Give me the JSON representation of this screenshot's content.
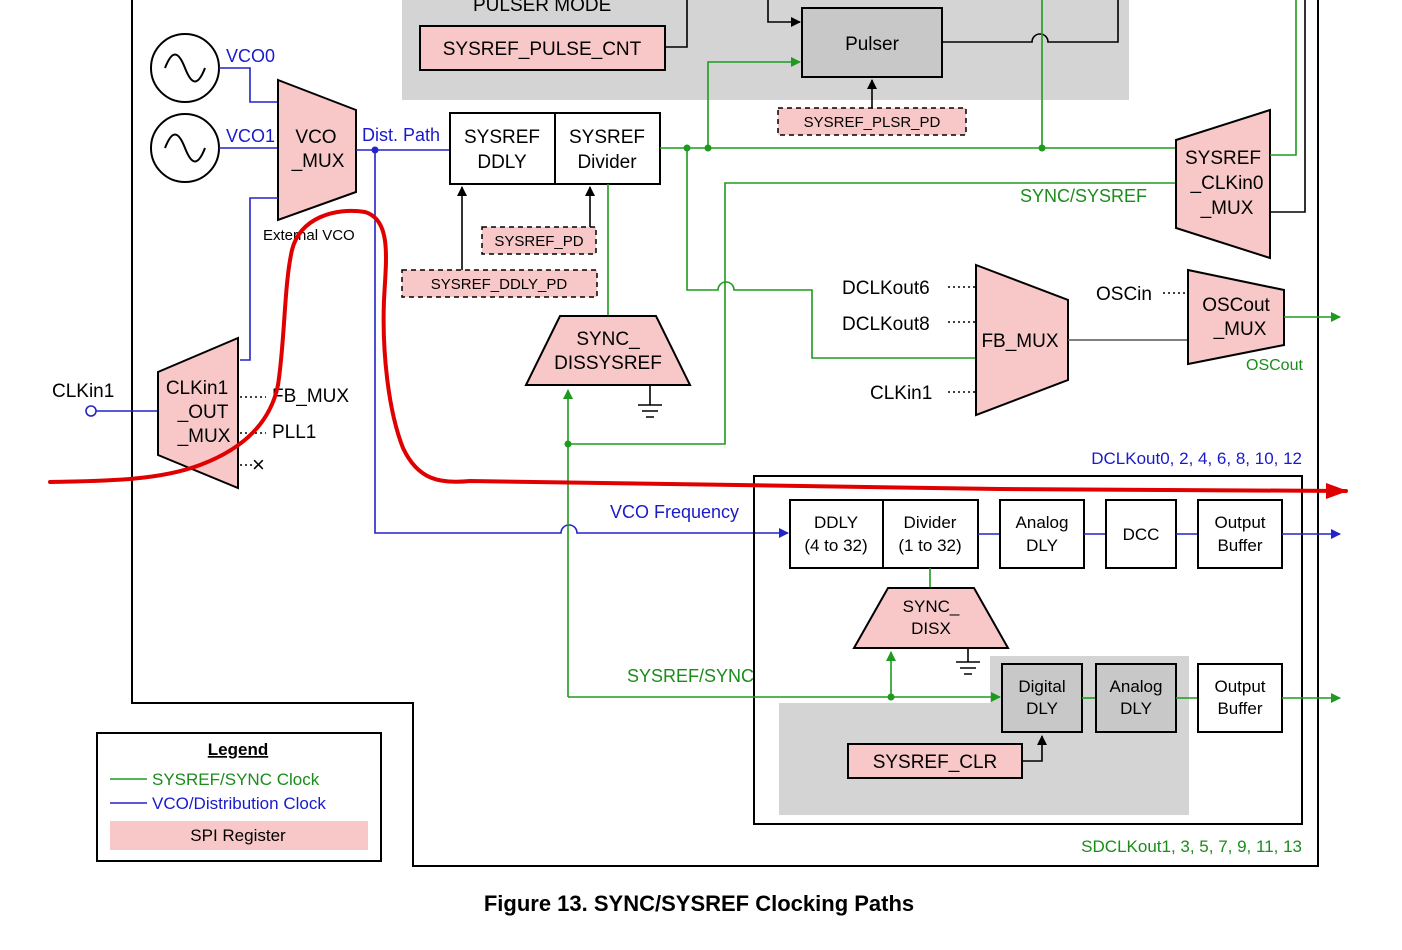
{
  "top": {
    "pulser_mode": "PULSER MODE",
    "sysref_pulse_cnt": "SYSREF_PULSE_CNT",
    "pulser": "Pulser",
    "sysref_plsr_pd": "SYSREF_PLSR_PD"
  },
  "vco": {
    "vco0": "VCO0",
    "vco1": "VCO1",
    "mux_l1": "VCO",
    "mux_l2": "_MUX",
    "external_vco": "External VCO",
    "dist_path": "Dist. Path"
  },
  "sysref": {
    "ddly_l1": "SYSREF",
    "ddly_l2": "DDLY",
    "div_l1": "SYSREF",
    "div_l2": "Divider",
    "pd": "SYSREF_PD",
    "ddly_pd": "SYSREF_DDLY_PD",
    "dis_l1": "SYNC_",
    "dis_l2": "DISSYSREF",
    "sync_sysref": "SYNC/SYSREF",
    "clkin0_l1": "SYSREF",
    "clkin0_l2": "_CLKin0",
    "clkin0_l3": "_MUX"
  },
  "fb": {
    "dclkout6": "DCLKout6",
    "dclkout8": "DCLKout8",
    "clkin1": "CLKin1",
    "fb_mux": "FB_MUX",
    "oscin": "OSCin",
    "oscout_l1": "OSCout",
    "oscout_l2": "_MUX",
    "oscout": "OSCout"
  },
  "left": {
    "clkin1": "CLKin1",
    "out_l1": "CLKin1",
    "out_l2": "_OUT",
    "out_l3": "_MUX",
    "fb_mux": "FB_MUX",
    "pll1": "PLL1",
    "x_mark": "×"
  },
  "dclk": {
    "header": "DCLKout0, 2, 4, 6, 8, 10, 12",
    "vco_freq": "VCO Frequency",
    "ddly_l1": "DDLY",
    "ddly_l2": "(4 to 32)",
    "div_l1": "Divider",
    "div_l2": "(1 to 32)",
    "analog_l1": "Analog",
    "analog_l2": "DLY",
    "dcc": "DCC",
    "out_l1": "Output",
    "out_l2": "Buffer",
    "sync_l1": "SYNC_",
    "sync_l2": "DISX",
    "sysref_sync": "SYSREF/SYNC",
    "dig_l1": "Digital",
    "dig_l2": "DLY",
    "an2_l1": "Analog",
    "an2_l2": "DLY",
    "out2_l1": "Output",
    "out2_l2": "Buffer",
    "sysref_clr": "SYSREF_CLR",
    "footer": "SDCLKout1, 3, 5, 7, 9, 11, 13"
  },
  "legend": {
    "title": "Legend",
    "green_label": "SYSREF/SYNC Clock",
    "blue_label": "VCO/Distribution Clock",
    "pink_label": "SPI Register",
    "colors": {
      "green": "#1e9a1e",
      "blue": "#2323c8",
      "pink": "#f8c8c8"
    }
  },
  "caption": "Figure 13.  SYNC/SYSREF Clocking Paths"
}
